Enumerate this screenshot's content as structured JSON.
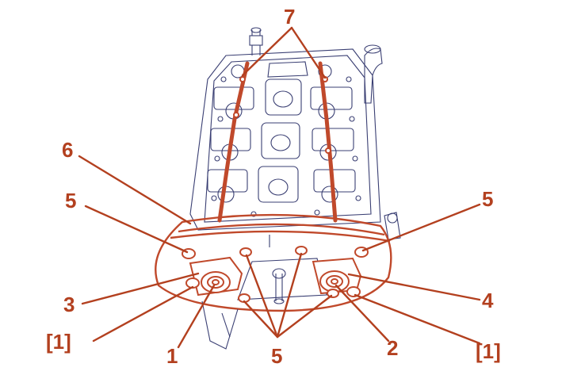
{
  "callouts": {
    "seven": "7",
    "six": "6",
    "five_left": "5",
    "five_right": "5",
    "three": "3",
    "four": "4",
    "bracket_one_left": "[1]",
    "bracket_one_right": "[1]",
    "one": "1",
    "two": "2",
    "five_bottom": "5"
  },
  "colors": {
    "callout": "#b3401f",
    "sealant": "#c0492b",
    "linework": "#3a3f73"
  }
}
